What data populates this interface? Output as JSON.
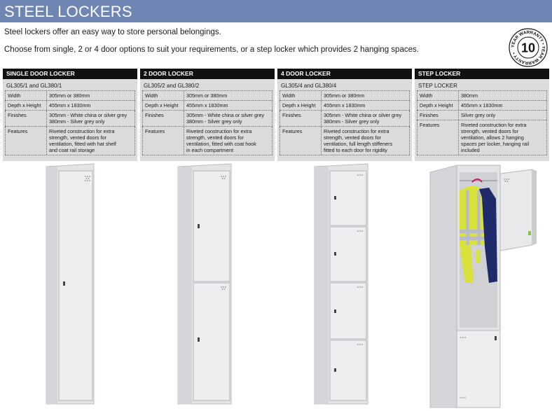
{
  "banner": {
    "title": "STEEL LOCKERS"
  },
  "intro": {
    "line1": "Steel lockers offer an easy way to store personal belongings.",
    "line2": "Choose from single, 2 or 4 door options to suit your requirements, or a step locker which provides 2 hanging spaces."
  },
  "warranty_badge": {
    "number": "10",
    "ring_text": "YEAR WARRANTY • YEAR WARRANTY • "
  },
  "colors": {
    "banner": "#6f86b4",
    "header": "#111111",
    "panel": "#dcdcdc",
    "locker": "#e6e7e8",
    "jacket_yellow": "#d8e23a",
    "jacket_blue": "#1f2a6b"
  },
  "products": [
    {
      "header": "SINGLE DOOR LOCKER",
      "model": "GL305/1 and GL380/1",
      "specs": [
        {
          "label": "Width",
          "lines": [
            "305mm or 380mm"
          ]
        },
        {
          "label": "Depth x Height",
          "lines": [
            "455mm x 1830mm"
          ]
        },
        {
          "label": "Finishes",
          "lines": [
            "305mm - White china or silver grey",
            "380mm - Silver grey only"
          ]
        },
        {
          "label": "Features",
          "lines": [
            "Riveted construction for extra",
            "strength, vented doors for",
            "ventilation, fitted with hat shelf",
            "and coat rail storage"
          ]
        }
      ]
    },
    {
      "header": "2 DOOR LOCKER",
      "model": "GL305/2 and GL380/2",
      "specs": [
        {
          "label": "Width",
          "lines": [
            "305mm or 380mm"
          ]
        },
        {
          "label": "Depth x Height",
          "lines": [
            "455mm x 1830mm"
          ]
        },
        {
          "label": "Finishes",
          "lines": [
            "305mm - White china or silver grey",
            "380mm - Silver grey only"
          ]
        },
        {
          "label": "Features",
          "lines": [
            "Riveted construction for extra",
            "strength, vented doors for",
            "ventilation, fitted with coat hook",
            "in each compartment"
          ]
        }
      ]
    },
    {
      "header": "4 DOOR LOCKER",
      "model": "GL305/4 and GL380/4",
      "specs": [
        {
          "label": "Width",
          "lines": [
            "305mm or 380mm"
          ]
        },
        {
          "label": "Depth x Height",
          "lines": [
            "455mm x 1830mm"
          ]
        },
        {
          "label": "Finishes",
          "lines": [
            "305mm - White china or silver grey",
            "380mm - Silver grey only"
          ]
        },
        {
          "label": "Features",
          "lines": [
            "Riveted construction for extra",
            "strength, vented doors for",
            "ventilation, full length stiffeners",
            "fitted to each door for rigidity"
          ]
        }
      ]
    },
    {
      "header": "STEP LOCKER",
      "model": "STEP LOCKER",
      "specs": [
        {
          "label": "Width",
          "lines": [
            "380mm"
          ]
        },
        {
          "label": "Depth x Height",
          "lines": [
            "455mm x 1830mm"
          ]
        },
        {
          "label": "Finishes",
          "lines": [
            "Silver grey only"
          ]
        },
        {
          "label": "Features",
          "lines": [
            "Riveted construction for extra",
            "strength, vented doors for",
            "ventilation, allows 2 hanging",
            "spaces per locker, hanging rail",
            "included"
          ]
        }
      ]
    }
  ]
}
